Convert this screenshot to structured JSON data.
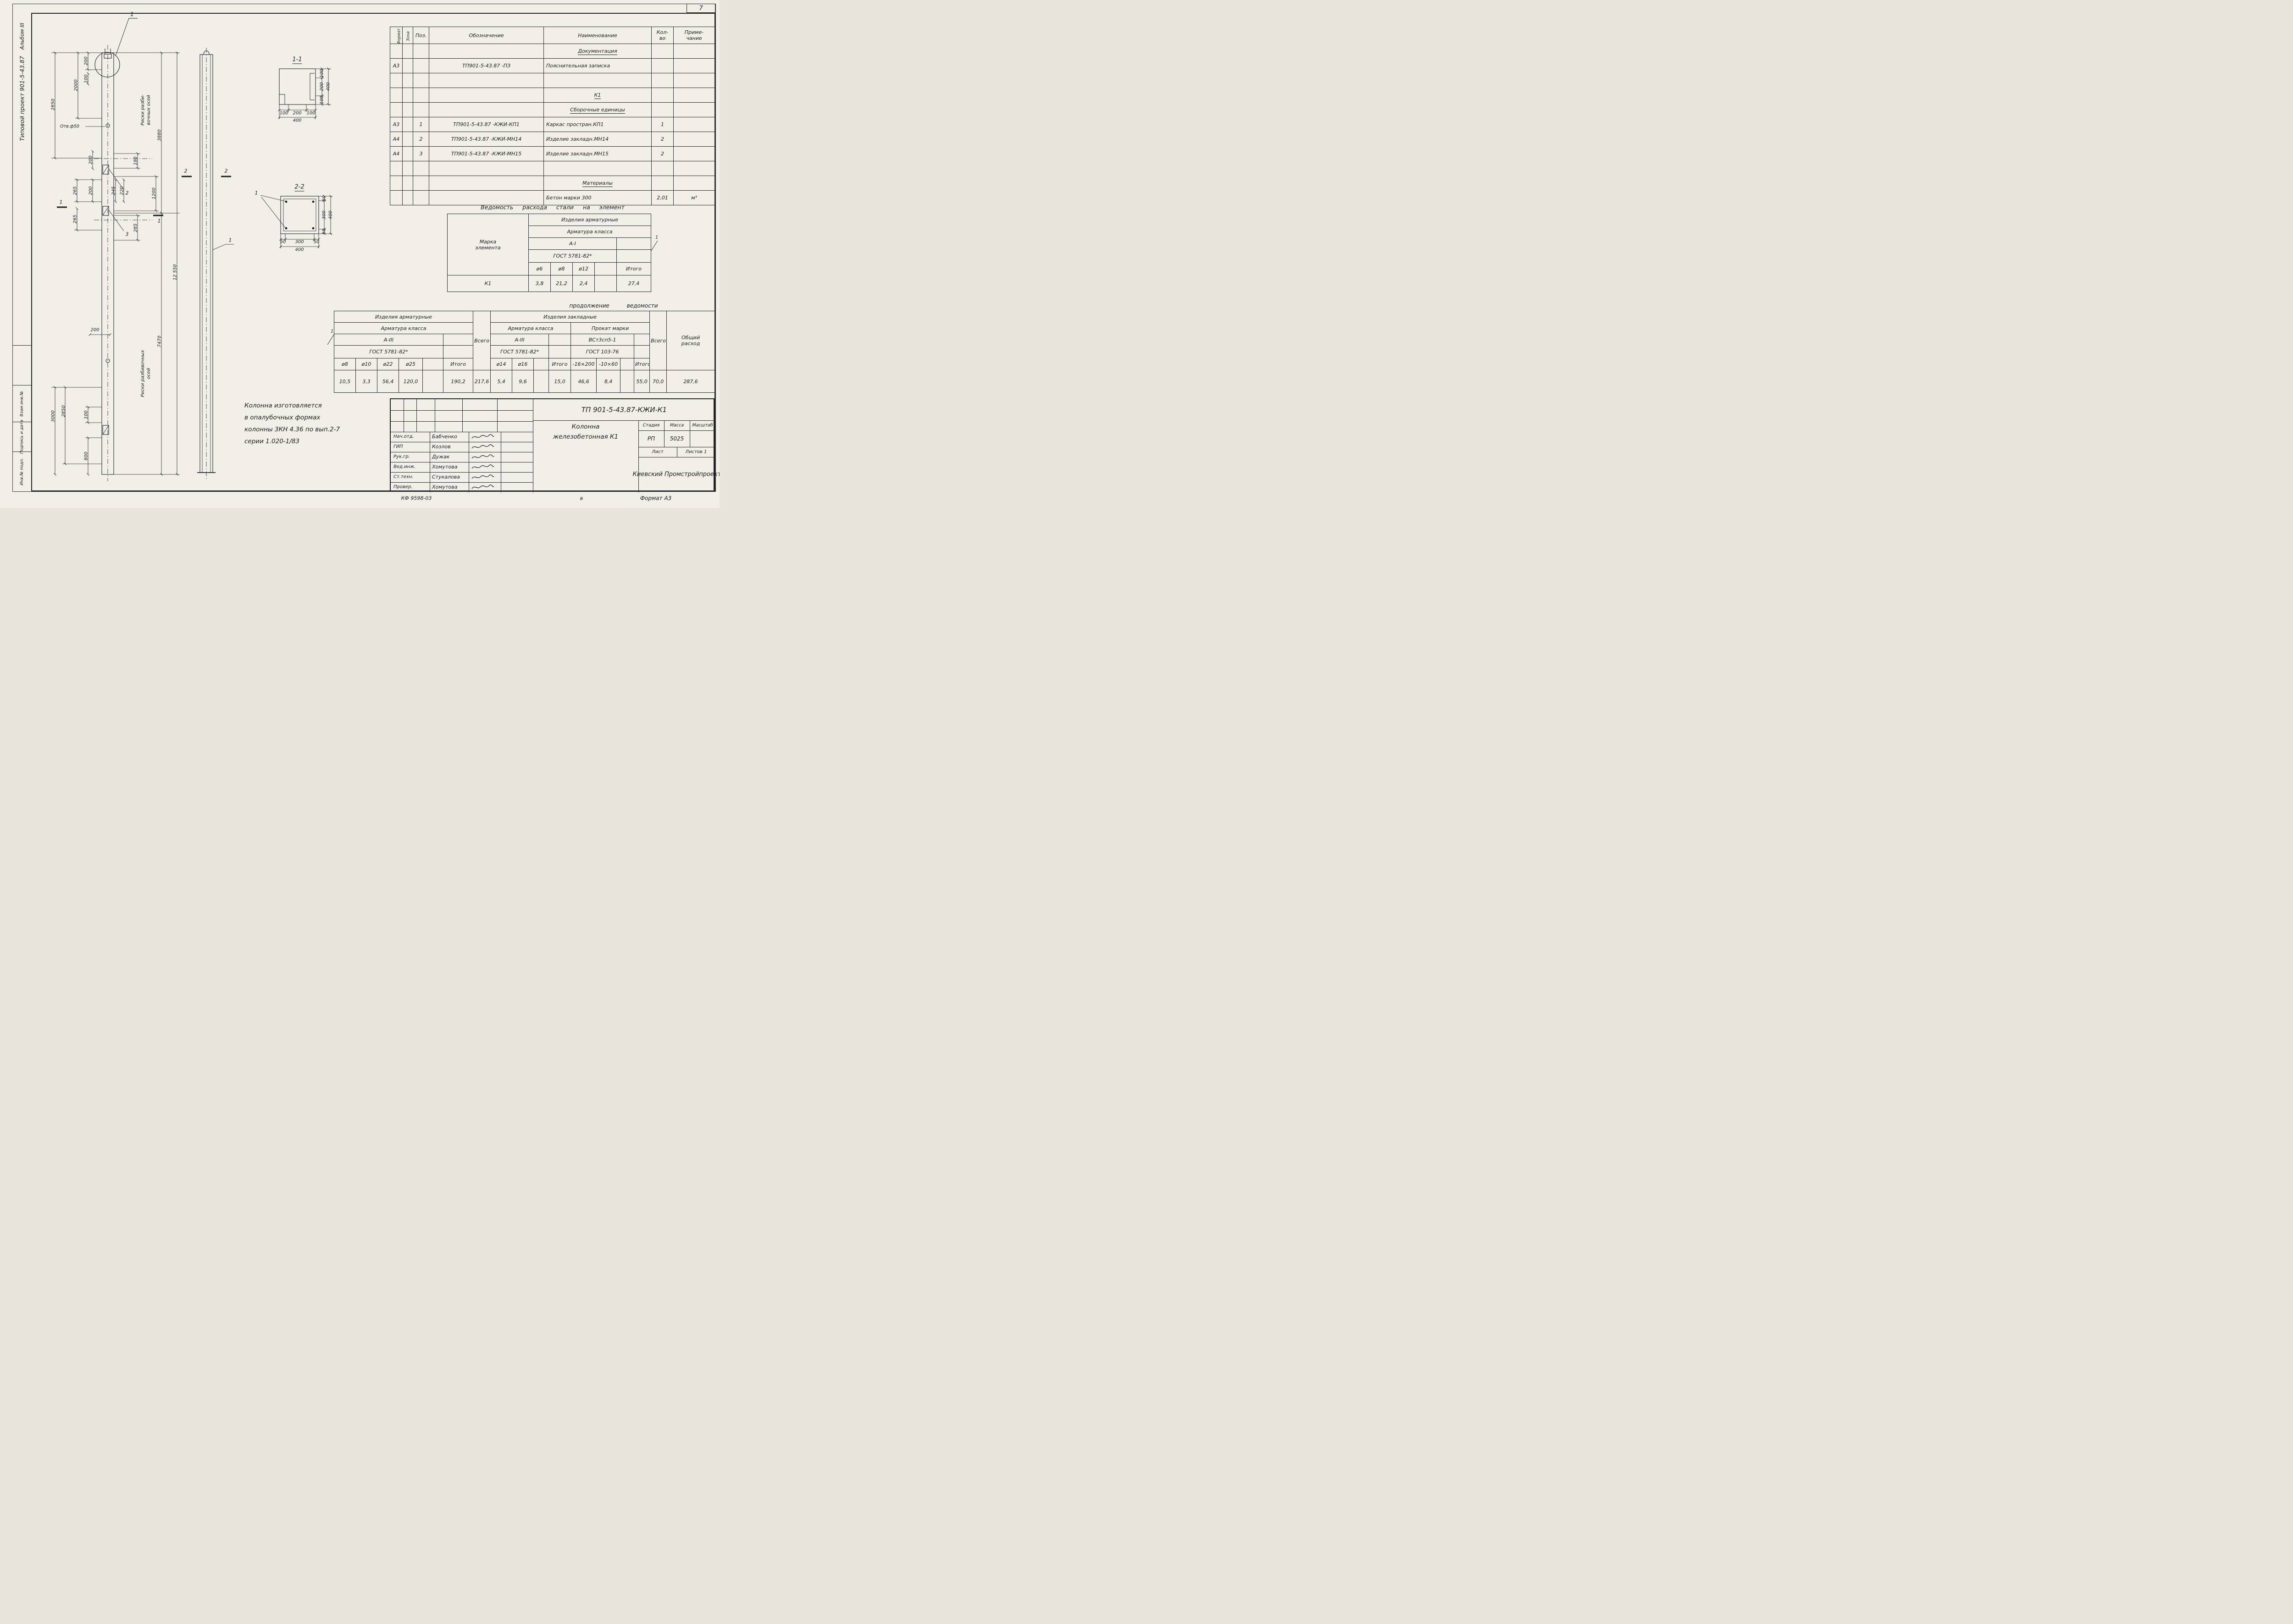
{
  "sheet": {
    "number": "7",
    "footer_code": "КФ 9598-03",
    "footer_v": "в",
    "footer_format": "Формат А3"
  },
  "margin": {
    "album": "Альбом III",
    "project": "Типовой проект 901-5-43.87",
    "box1": "Взам инв.№",
    "box2": "Подпись и дата",
    "box3": "Инв.№ подл."
  },
  "spec": {
    "headers": {
      "format": "Формат",
      "zone": "Зона",
      "pos": "Поз.",
      "designation": "Обозначение",
      "name": "Наименование",
      "qty": "Кол-\nво",
      "note": "Приме-\nчание"
    },
    "rows": [
      {
        "format": "",
        "pos": "",
        "designation": "",
        "name": "Документация",
        "qty": "",
        "note": ""
      },
      {
        "format": "А3",
        "pos": "",
        "designation": "ТП901-5-43.87 -ПЗ",
        "name": "Пояснительная записка",
        "qty": "",
        "note": ""
      },
      {
        "format": "",
        "pos": "",
        "designation": "",
        "name": "",
        "qty": "",
        "note": ""
      },
      {
        "format": "",
        "pos": "",
        "designation": "",
        "name": "К1",
        "qty": "",
        "note": ""
      },
      {
        "format": "",
        "pos": "",
        "designation": "",
        "name": "Сборочные единицы",
        "qty": "",
        "note": ""
      },
      {
        "format": "А3",
        "pos": "1",
        "designation": "ТП901-5-43.87 -КЖИ-КП1",
        "name": "Каркас простран.КП1",
        "qty": "1",
        "note": ""
      },
      {
        "format": "А4",
        "pos": "2",
        "designation": "ТП901-5-43.87 -КЖИ-МН14",
        "name": "Изделие закладн.МН14",
        "qty": "2",
        "note": ""
      },
      {
        "format": "А4",
        "pos": "3",
        "designation": "ТП901-5-43.87 -КЖИ-МН15",
        "name": "Изделие закладн.МН15",
        "qty": "2",
        "note": ""
      },
      {
        "format": "",
        "pos": "",
        "designation": "",
        "name": "",
        "qty": "",
        "note": ""
      },
      {
        "format": "",
        "pos": "",
        "designation": "",
        "name": "Материалы",
        "qty": "",
        "note": ""
      },
      {
        "format": "",
        "pos": "",
        "designation": "",
        "name": "Бетон марки 300",
        "qty": "2,01",
        "note": "м³"
      }
    ]
  },
  "ved": {
    "title": "Ведомость расхода стали на элемент",
    "continuation": "продолжение ведомости",
    "cont_mark": "1"
  },
  "steel1": {
    "group": "Изделия арматурные",
    "subgroup": "Арматура класса",
    "klass": "А-I",
    "gost": "ГОСТ 5781-82*",
    "mark_header": "Марка\nэлемента",
    "cols": [
      "ø6",
      "ø8",
      "ø12",
      "",
      "Итого"
    ],
    "mark": "К1",
    "values": [
      "3,8",
      "21,2",
      "2,4",
      "",
      "27,4"
    ]
  },
  "steel2": {
    "left": {
      "group": "Изделия арматурные",
      "subgroup": "Арматура класса",
      "klass": "А-III",
      "gost": "ГОСТ 5781-82*",
      "cols": [
        "ø8",
        "ø10",
        "ø22",
        "ø25",
        "",
        "Итого"
      ],
      "values": [
        "10,5",
        "3,3",
        "56,4",
        "120,0",
        "",
        "190,2"
      ]
    },
    "vsego1_label": "Всего",
    "vsego1": "217,6",
    "zakladnye": {
      "group": "Изделия закладные",
      "arm_subgroup": "Арматура класса",
      "prokat_subgroup": "Прокат марки",
      "arm_klass": "А-III",
      "prokat_klass": "ВСт3сп5-1",
      "arm_gost": "ГОСТ 5781-82*",
      "prokat_gost": "ГОСТ 103-76",
      "arm_cols": [
        "ø14",
        "ø16",
        "",
        "Итого"
      ],
      "arm_values": [
        "5,4",
        "9,6",
        "",
        "15,0"
      ],
      "prokat_cols": [
        "-16×200",
        "-10×60",
        "",
        "Итого"
      ],
      "prokat_values": [
        "46,6",
        "8,4",
        "",
        "55,0"
      ]
    },
    "vsego2_label": "Всего",
    "vsego2": "70,0",
    "total_label": "Общий\nрасход",
    "total": "287,6"
  },
  "note": {
    "l1": "Колонна изготовляется",
    "l2": "в опалубочных формах",
    "l3": "колонны 3КН 4.36 по вып.2-7",
    "l4": "серии 1.020-1/83"
  },
  "tb": {
    "doc": "ТП 901-5-43.87-КЖИ-К1",
    "name1": "Колонна",
    "name2": "железобетонная К1",
    "stage_h": "Стадия",
    "mass_h": "Масса",
    "scale_h": "Масштаб",
    "stage": "РП",
    "mass": "5025",
    "scale": "",
    "sheet_h": "Лист",
    "sheets_h": "Листов 1",
    "org": "Киевский\nПромстройпроект",
    "r1_role": "Нач.отд.",
    "r1_name": "Бабченко",
    "r2_role": "ГИП",
    "r2_name": "Козлов",
    "r3_role": "Рук.гр.",
    "r3_name": "Дужак",
    "r4_role": "Вед.инж.",
    "r4_name": "Хомутова",
    "r5_role": "Ст.техн.",
    "r5_name": "Стукалова",
    "r6_role": "Провер.",
    "r6_name": "Хомутова"
  },
  "drawing": {
    "callout1": "1",
    "item2": "2",
    "item3": "3",
    "cut1": "1",
    "cut2": "2",
    "side_item1": "1",
    "hole": "Отв.ф50",
    "riski_top": "Риски разби-\nвочных осей",
    "riski_bottom": "Риски разбивочных\nосей",
    "sec11": {
      "label": "1-1",
      "h": [
        "100",
        "200",
        "100"
      ],
      "ht": "400",
      "v": [
        "100",
        "200",
        "100"
      ],
      "vt": "400"
    },
    "sec22": {
      "label": "2-2",
      "ref": "1",
      "h": [
        "50",
        "300",
        "50"
      ],
      "ht": "400",
      "v": [
        "50",
        "300",
        "50"
      ],
      "vt": "400"
    },
    "dims": {
      "d200top": "200",
      "d2000": "2000",
      "d100top": "100",
      "d2850top": "2850",
      "d3880": "3880",
      "d180": "180",
      "d200mid": "200",
      "d265a": "265",
      "d200b": "200",
      "d245": "245",
      "d220": "220",
      "d1200": "1200",
      "d265b": "265",
      "d285": "285",
      "d12550": "12 550",
      "d7470": "7470",
      "d200axis": "200",
      "d3000": "3000",
      "d2850bot": "2850",
      "d100bot": "100",
      "d800": "800"
    }
  }
}
